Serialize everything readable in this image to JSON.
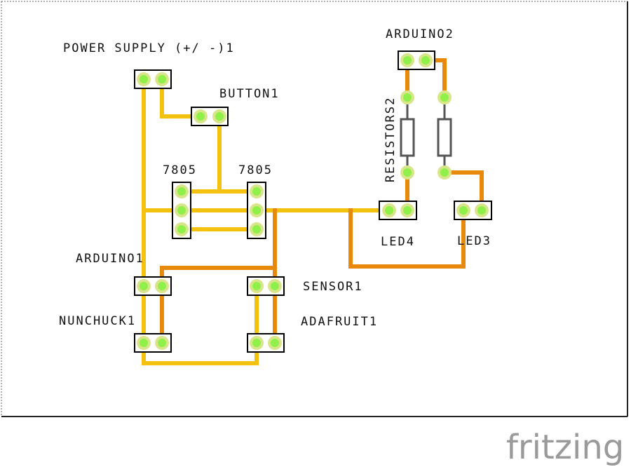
{
  "labels": {
    "power_supply": "POWER SUPPLY (+/ -)1",
    "button": "BUTTON1",
    "reg_left": "7805",
    "reg_right": "7805",
    "arduino1": "ARDUINO1",
    "sensor": "SENSOR1",
    "nunchuck": "NUNCHUCK1",
    "adafruit": "ADAFRUIT1",
    "arduino2": "ARDUINO2",
    "resistors": "RESISTORS2",
    "led4": "LED4",
    "led3": "LED3"
  },
  "logo": "fritzing",
  "colors": {
    "trace_top": "#f2c20f",
    "trace_bottom": "#e8890c",
    "pad": "#8ff04a",
    "logo": "#9a9a9a"
  }
}
